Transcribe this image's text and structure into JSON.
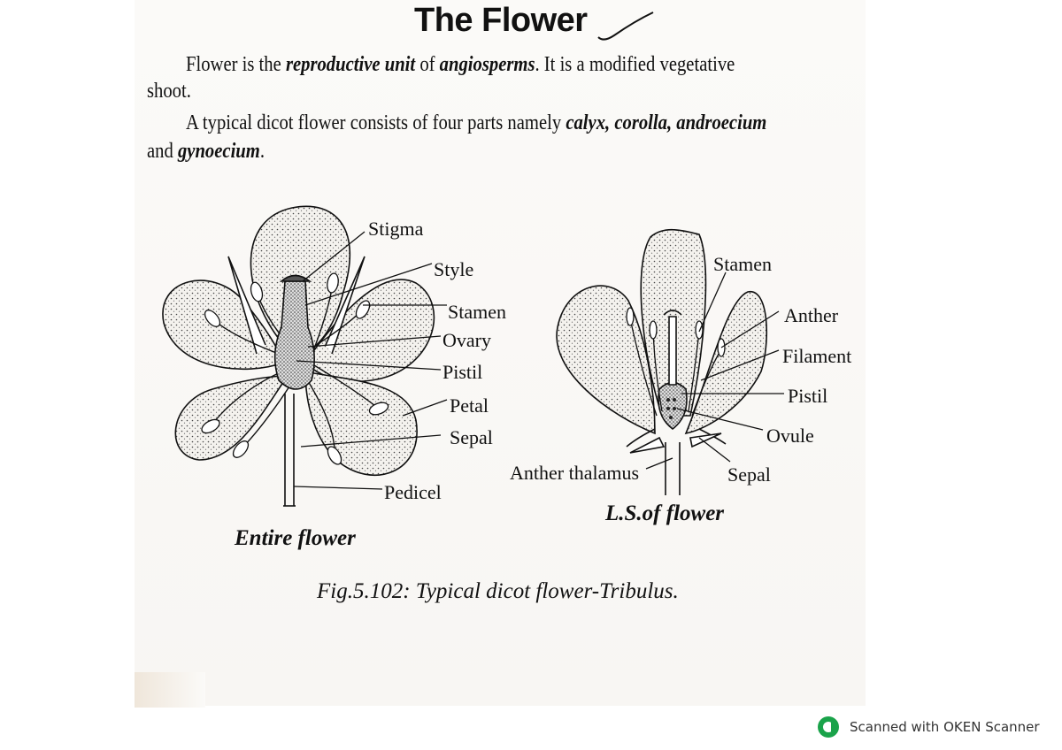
{
  "title": "The Flower",
  "para1": {
    "t1": "Flower is the ",
    "t2": "reproductive unit",
    "t3": " of ",
    "t4": "angiosperms",
    "t5": ".  It is a modified vegetative",
    "t6": "shoot."
  },
  "para2": {
    "t1": "A typical dicot flower consists of four parts namely ",
    "t2": "calyx, corolla, androecium",
    "t3": "and ",
    "t4": "gynoecium",
    "t5": "."
  },
  "left_figure": {
    "labels": [
      "Stigma",
      "Style",
      "Stamen",
      "Ovary",
      "Pistil",
      "Petal",
      "Sepal",
      "Pedicel"
    ],
    "caption": "Entire flower"
  },
  "right_figure": {
    "labels": [
      "Stamen",
      "Anther",
      "Filament",
      "Pistil",
      "Ovule",
      "Sepal",
      "Anther thalamus"
    ],
    "caption": "L.S.of flower"
  },
  "figure_caption": "Fig.5.102: Typical dicot flower-Tribulus.",
  "scanner_badge": "Scanned with OKEN Scanner",
  "colors": {
    "badge_green": "#1aa34a",
    "ink": "#111111"
  }
}
